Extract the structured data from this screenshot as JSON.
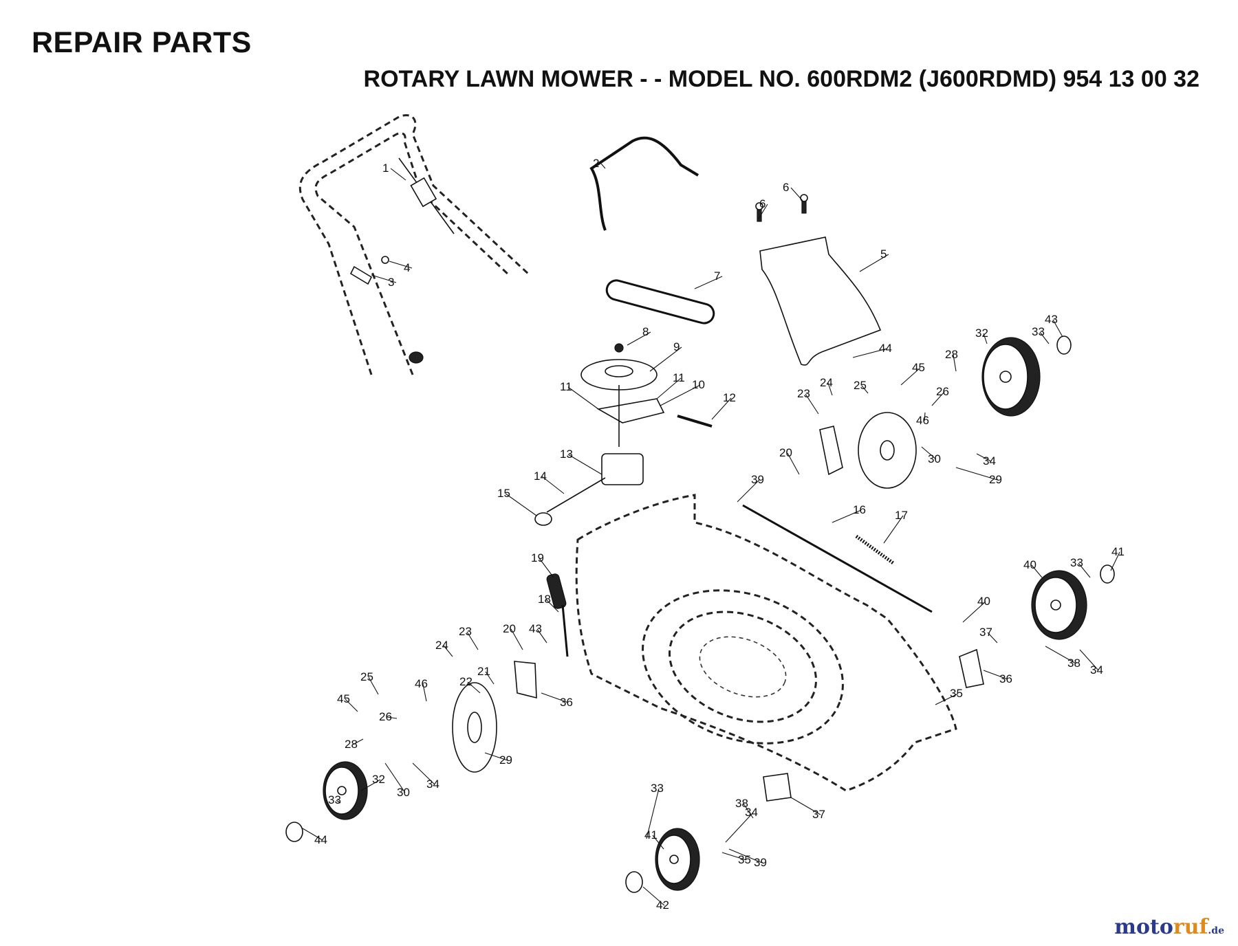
{
  "header": {
    "title": "REPAIR PARTS",
    "subtitle": "ROTARY LAWN MOWER - - MODEL NO. 600RDM2 (J600RDMD) 954 13 00 32"
  },
  "watermark": {
    "part1": "moto",
    "part2": "ruf",
    "part3": ".de"
  },
  "callouts": [
    "1",
    "2",
    "3",
    "4",
    "5",
    "6",
    "6",
    "7",
    "8",
    "9",
    "10",
    "11",
    "11",
    "12",
    "13",
    "14",
    "15",
    "16",
    "17",
    "18",
    "19",
    "20",
    "20",
    "21",
    "22",
    "23",
    "23",
    "24",
    "24",
    "25",
    "25",
    "26",
    "26",
    "28",
    "28",
    "29",
    "29",
    "30",
    "30",
    "32",
    "32",
    "33",
    "33",
    "33",
    "33",
    "34",
    "34",
    "34",
    "34",
    "35",
    "35",
    "36",
    "36",
    "37",
    "37",
    "38",
    "38",
    "39",
    "39",
    "40",
    "40",
    "41",
    "41",
    "42",
    "43",
    "43",
    "44",
    "44",
    "45",
    "45",
    "46",
    "46"
  ]
}
